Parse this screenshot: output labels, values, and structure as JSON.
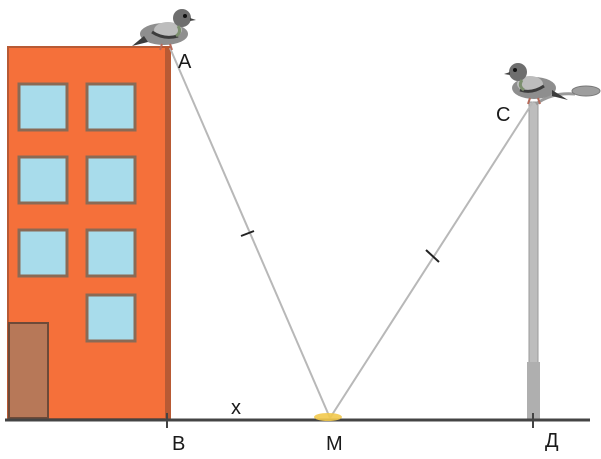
{
  "points": {
    "A": "A",
    "B": "B",
    "C": "C",
    "D": "Д",
    "M": "M"
  },
  "segment_label": "x",
  "colors": {
    "building": "#F5703A",
    "building_edge": "#B85A34",
    "window": "#A8DCEB",
    "window_frame": "#8A6A55",
    "door": "#B77858",
    "ground": "#444444",
    "lamp_post": "#BDBDBD",
    "lines": "#B8B8B8",
    "pigeon_body": "#8E8E8E",
    "pigeon_dark": "#3C3C3C",
    "sun_mark": "#F2C94C"
  }
}
